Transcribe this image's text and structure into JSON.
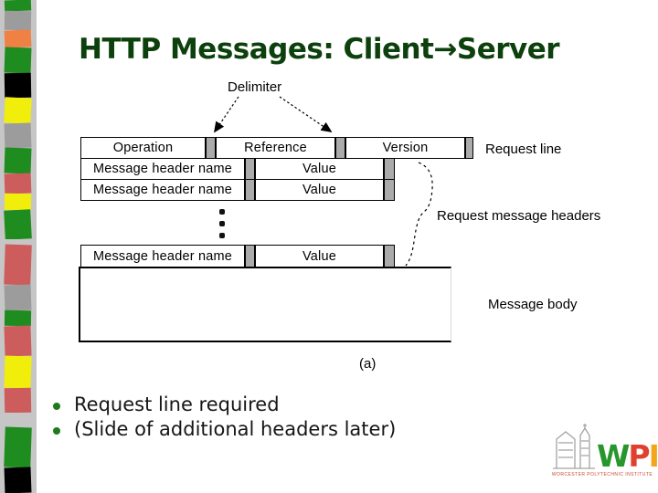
{
  "slide": {
    "title": "HTTP Messages: Client→Server",
    "caption": "(a)"
  },
  "diagram": {
    "delimiter_label": "Delimiter",
    "request_line": {
      "cells": [
        "Operation",
        "Reference",
        "Version"
      ],
      "label": "Request line"
    },
    "header_row": {
      "name": "Message header name",
      "value": "Value"
    },
    "headers_label": "Request message headers",
    "body_label": "Message body"
  },
  "bullets": [
    "Request line required",
    "(Slide of additional headers later)"
  ],
  "logo": {
    "letters": [
      {
        "ch": "W",
        "color": "#27962b"
      },
      {
        "ch": "P",
        "color": "#e0402e"
      },
      {
        "ch": "I",
        "color": "#f2a71b"
      }
    ],
    "subtext": "WORCESTER POLYTECHNIC INSTITUTE"
  },
  "colors": {
    "title_green": "#0c400c",
    "bullet_green": "#1d7a1d",
    "delimiter_gray": "#ababab",
    "strip_background": "#c6c6c6"
  },
  "strip": {
    "blocks": [
      {
        "c": "#1e8c1e",
        "h": 12,
        "r": -2
      },
      {
        "c": "#9c9c9c",
        "h": 21,
        "r": 1
      },
      {
        "c": "#ef8144",
        "h": 19,
        "r": -3
      },
      {
        "c": "#1e8c1e",
        "h": 28,
        "r": 2
      },
      {
        "c": "#000000",
        "h": 27,
        "r": -1
      },
      {
        "c": "#f2ee0c",
        "h": 28,
        "r": 3
      },
      {
        "c": "#9c9c9c",
        "h": 27,
        "r": -2
      },
      {
        "c": "#1e8c1e",
        "h": 28,
        "r": 2
      },
      {
        "c": "#cd5c5c",
        "h": 22,
        "r": -2
      },
      {
        "c": "#f2ee0c",
        "h": 18,
        "r": 1
      },
      {
        "c": "#1e8c1e",
        "h": 32,
        "r": -3
      },
      {
        "c": "#c6c6c6",
        "h": 6,
        "r": 0
      },
      {
        "c": "#cd5c5c",
        "h": 44,
        "r": 2
      },
      {
        "c": "#9c9c9c",
        "h": 28,
        "r": -2
      },
      {
        "c": "#1e8c1e",
        "h": 17,
        "r": 1
      },
      {
        "c": "#cd5c5c",
        "h": 33,
        "r": -2
      },
      {
        "c": "#f2ee0c",
        "h": 35,
        "r": 2
      },
      {
        "c": "#cd5c5c",
        "h": 27,
        "r": -1
      },
      {
        "c": "#c6c6c6",
        "h": 16,
        "r": 0
      },
      {
        "c": "#1e8c1e",
        "h": 44,
        "r": 2
      },
      {
        "c": "#000000",
        "h": 28,
        "r": -2
      }
    ]
  }
}
